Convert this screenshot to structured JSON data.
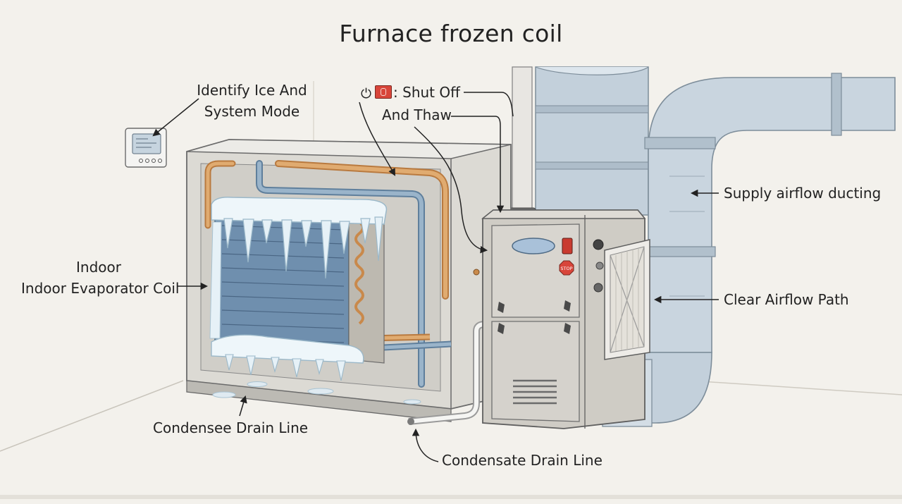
{
  "title": "Furnace frozen coil",
  "callouts": {
    "thermostat": {
      "line1": "Identify Ice And",
      "line2": "System Mode"
    },
    "shutoff": {
      "power_icon": "power-icon",
      "switch_icon": "switch-icon",
      "line1": ": Shut Off",
      "line2": "And Thaw"
    },
    "supply": {
      "text": "Supply airflow ducting"
    },
    "evaporator": {
      "line1": "Indoor",
      "line2": "Indoor Evaporator Coil"
    },
    "airflow": {
      "text": "Clear Airflow Path"
    },
    "drain_left": {
      "text": "Condensee Drain Line"
    },
    "drain_bottom": {
      "text": "Condensate Drain Line"
    }
  },
  "furnace": {
    "stop_sign": "STOP"
  },
  "colors": {
    "background": "#f3f1ec",
    "ice": "#e6f1f7",
    "copper": "#d39a5c",
    "blue_pipe": "#7c98b2",
    "duct": "#b9c7d3",
    "furnace": "#c9c7c1",
    "stop": "#d8453a"
  }
}
